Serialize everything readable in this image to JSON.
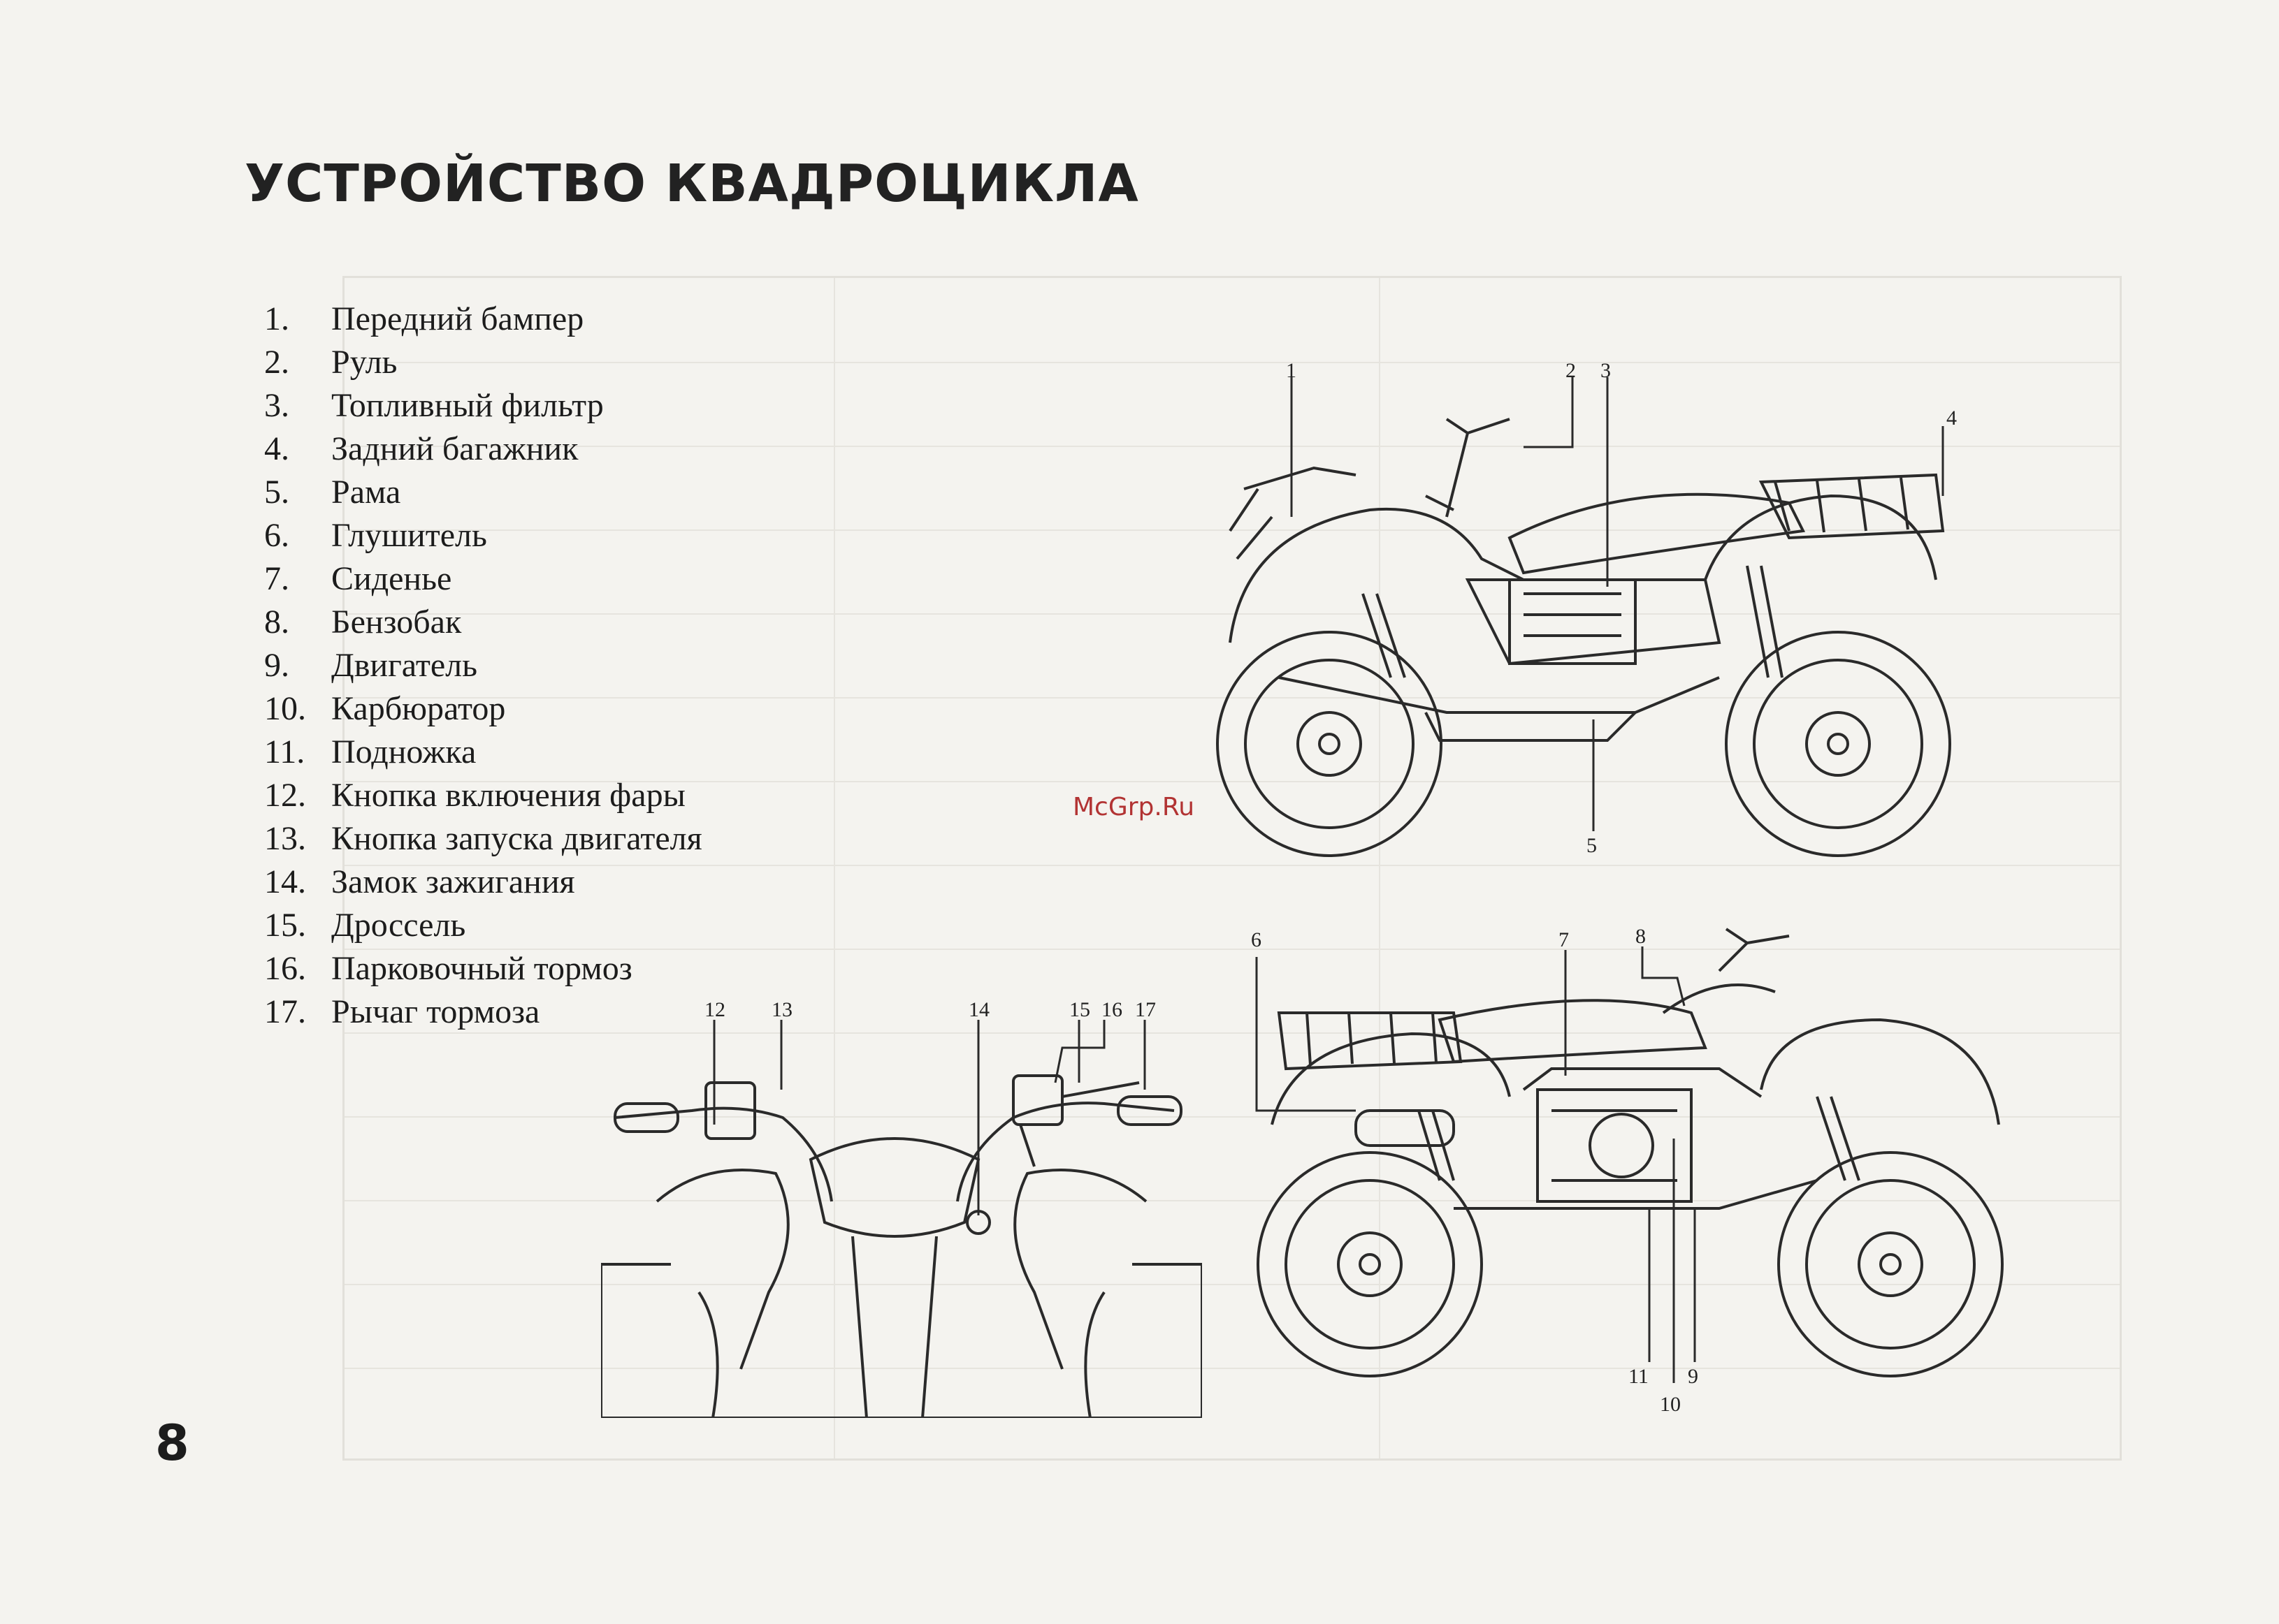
{
  "page": {
    "title": "УСТРОЙСТВО КВАДРОЦИКЛА",
    "number": "8",
    "watermark": "McGrp.Ru"
  },
  "parts": [
    {
      "num": "1.",
      "label": "Передний бампер"
    },
    {
      "num": "2.",
      "label": "Руль"
    },
    {
      "num": "3.",
      "label": "Топливный фильтр"
    },
    {
      "num": "4.",
      "label": "Задний багажник"
    },
    {
      "num": "5.",
      "label": "Рама"
    },
    {
      "num": "6.",
      "label": "Глушитель"
    },
    {
      "num": "7.",
      "label": "Сиденье"
    },
    {
      "num": "8.",
      "label": "Бензобак"
    },
    {
      "num": "9.",
      "label": "Двигатель"
    },
    {
      "num": "10.",
      "label": "Карбюратор"
    },
    {
      "num": "11.",
      "label": "Подножка"
    },
    {
      "num": "12.",
      "label": "Кнопка включения фары"
    },
    {
      "num": "13.",
      "label": "Кнопка запуска двигателя"
    },
    {
      "num": "14.",
      "label": "Замок зажигания"
    },
    {
      "num": "15.",
      "label": "Дроссель"
    },
    {
      "num": "16.",
      "label": "Парковочный тормоз"
    },
    {
      "num": "17.",
      "label": "Рычаг тормоза"
    }
  ],
  "diagrams": {
    "left_side_callouts": [
      "1",
      "2",
      "3",
      "4",
      "5"
    ],
    "right_side_callouts": [
      "6",
      "7",
      "8",
      "9",
      "10",
      "11"
    ],
    "handlebar_callouts": [
      "12",
      "13",
      "14",
      "15",
      "16",
      "17"
    ]
  }
}
